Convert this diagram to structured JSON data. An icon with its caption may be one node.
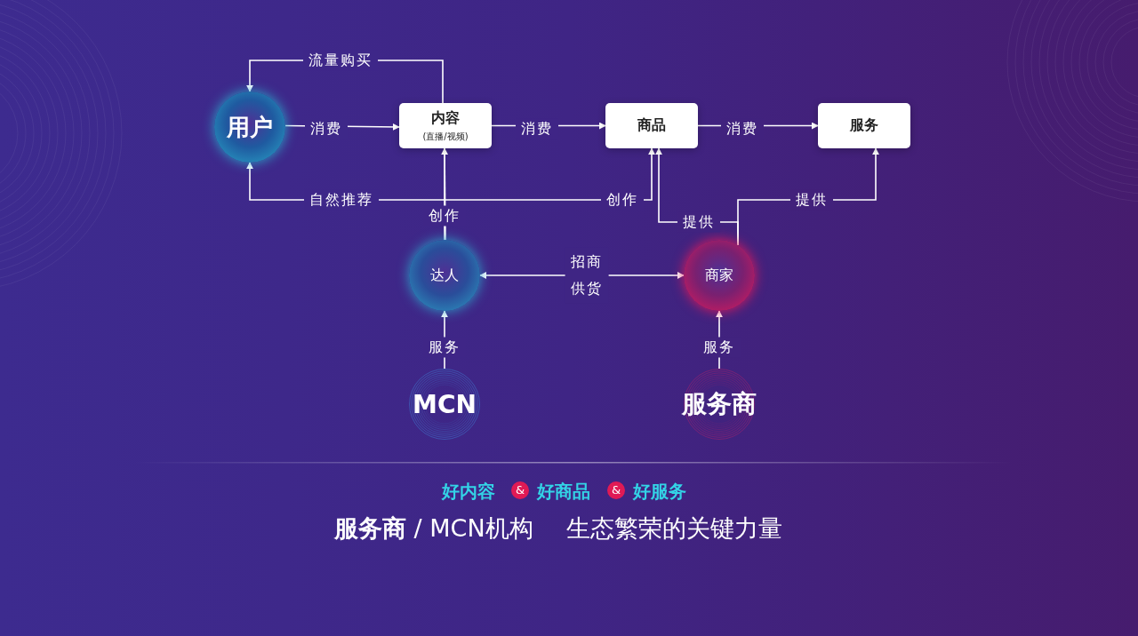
{
  "diagram": {
    "nodes": [
      {
        "text": [
          "用户"
        ]
      },
      {
        "text": [
          "内容",
          "(直播/视频)"
        ]
      },
      {
        "text": [
          "商品"
        ]
      },
      {
        "text": [
          "服务"
        ]
      },
      {
        "text": [
          "达人"
        ]
      },
      {
        "text": [
          "商家"
        ]
      },
      {
        "text": [
          "MCN"
        ]
      },
      {
        "text": [
          "服务商"
        ]
      }
    ],
    "edges": [
      {
        "from": 0,
        "to": 1,
        "arrow": "to",
        "label": "消费"
      },
      {
        "from": 1,
        "to": 2,
        "arrow": "to",
        "label": "消费"
      },
      {
        "from": 2,
        "to": 3,
        "arrow": "to",
        "label": "消费"
      },
      {
        "from": 1,
        "to": 0,
        "arrow": "to",
        "label": "流量购买"
      },
      {
        "from": 1,
        "to": 0,
        "arrow": "to",
        "label": "自然推荐"
      },
      {
        "from": 4,
        "to": 1,
        "arrow": "to",
        "label": "创作"
      },
      {
        "from": 4,
        "to": 2,
        "arrow": "to",
        "label": "创作"
      },
      {
        "from": 5,
        "to": 2,
        "arrow": "to",
        "label": "提供"
      },
      {
        "from": 5,
        "to": 3,
        "arrow": "to",
        "label": "提供"
      },
      {
        "from": 4,
        "to": 5,
        "arrow": "both",
        "label": "招商供货"
      },
      {
        "from": 6,
        "to": 4,
        "arrow": "to",
        "label": "服务"
      },
      {
        "from": 7,
        "to": 5,
        "arrow": "to",
        "label": "服务"
      }
    ],
    "labels": [
      "好内容",
      "&",
      "好商品",
      "&",
      "好服务",
      "**服务商** / MCN机构",
      "生态繁荣的关键力量"
    ]
  }
}
